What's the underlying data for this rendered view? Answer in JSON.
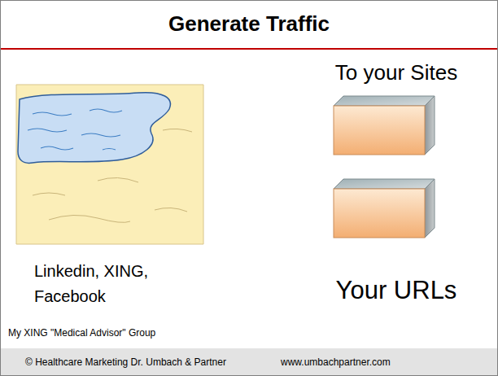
{
  "diagram": {
    "title": "Generate Traffic",
    "nodes": [
      {
        "text": [
          "© Healthcare Marketing Dr. Umbach & Partner",
          "www.umbachpartner.com"
        ]
      }
    ],
    "labels": [
      "To your Sites",
      "Linkedin, XING, Facebook",
      "Your URLs",
      "My XING \"Medical Advisor\" Group"
    ]
  }
}
